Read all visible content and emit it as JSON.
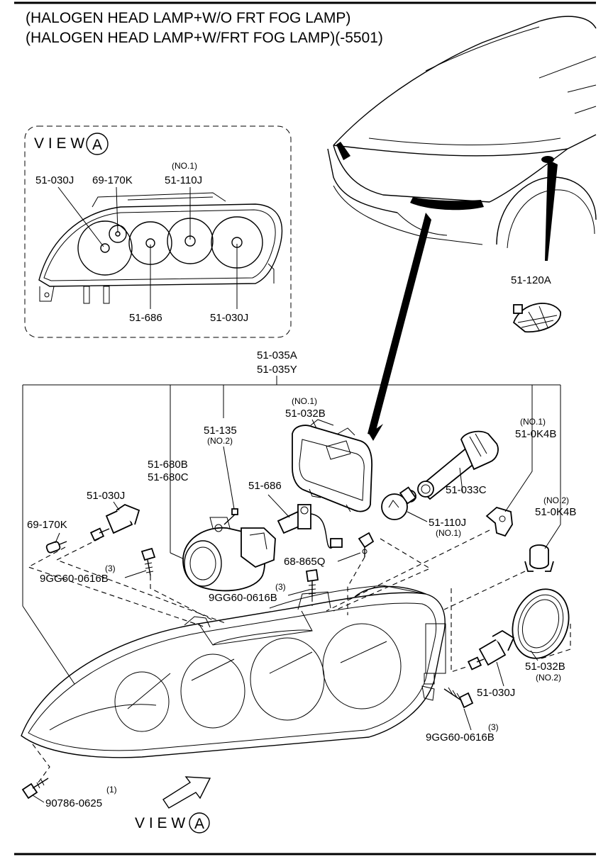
{
  "titles": {
    "line1": "(HALOGEN HEAD LAMP+W/O FRT FOG LAMP)",
    "line2": "(HALOGEN HEAD LAMP+W/FRT FOG LAMP)(-5501)"
  },
  "view_a": {
    "view_text": "V I E W",
    "letter": "A",
    "labels": {
      "p51_030J_top": "51-030J",
      "p69_170K": "69-170K",
      "no1": "(NO.1)",
      "p51_110J": "51-110J",
      "p51_686": "51-686",
      "p51_030J_bottom": "51-030J"
    }
  },
  "car": {
    "side_marker_label": "51-120A"
  },
  "assembly": {
    "labels": {
      "p51_035A": "51-035A",
      "p51_035Y": "51-035Y",
      "p51_135": "51-135",
      "p51_135_no": "(NO.2)",
      "p51_680B": "51-680B",
      "p51_680C": "51-680C",
      "p51_032B_top_no": "(NO.1)",
      "p51_032B_top": "51-032B",
      "p51_0K4B_top_no": "(NO.1)",
      "p51_0K4B_top": "51-0K4B",
      "p51_0K4B_right_no": "(NO.2)",
      "p51_0K4B_right": "51-0K4B",
      "p51_030J_left": "51-030J",
      "p69_170K": "69-170K",
      "p51_686": "51-686",
      "p51_033C": "51-033C",
      "p51_110J": "51-110J",
      "p51_110J_no": "(NO.1)",
      "p68_865Q": "68-865Q",
      "bolt_a_qty": "(3)",
      "bolt_a": "9GG60-0616B",
      "bolt_b_qty": "(3)",
      "bolt_b": "9GG60-0616B",
      "bolt_c_qty": "(3)",
      "bolt_c": "9GG60-0616B",
      "p51_032B_bottom": "51-032B",
      "p51_032B_bottom_no": "(NO.2)",
      "p51_030J_right": "51-030J",
      "screw_qty": "(1)",
      "screw": "90786-0625"
    },
    "view_text": "V I E W",
    "letter": "A"
  }
}
